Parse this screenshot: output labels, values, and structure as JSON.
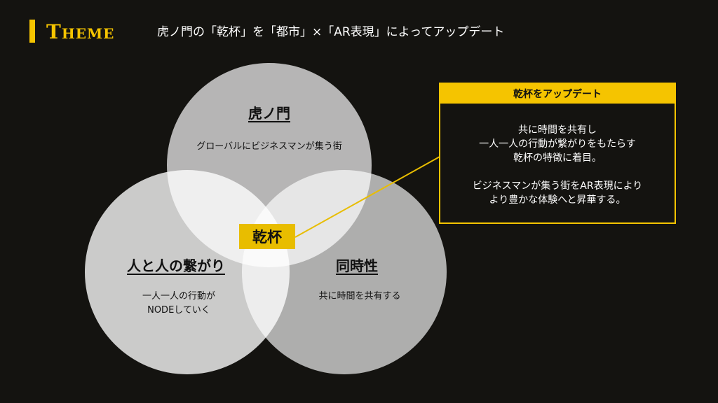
{
  "header": {
    "label": "Theme",
    "subtitle": "虎ノ門の「乾杯」を「都市」×「AR表現」によってアップデート"
  },
  "venn": {
    "top": {
      "title": "虎ノ門",
      "desc": "グローバルにビジネスマンが集う街"
    },
    "left": {
      "title": "人と人の繋がり",
      "desc_line1": "一人一人の行動が",
      "desc_line2": "NODEしていく"
    },
    "right": {
      "title": "同時性",
      "desc": "共に時間を共有する"
    },
    "center": "乾杯"
  },
  "callout": {
    "title": "乾杯をアップデート",
    "lines": [
      "共に時間を共有し",
      "一人一人の行動が繋がりをもたらす",
      "乾杯の特徴に着目。",
      "ビジネスマンが集う街をAR表現により",
      "より豊かな体験へと昇華する。"
    ]
  },
  "colors": {
    "accent": "#f5c400",
    "background": "#141310"
  }
}
